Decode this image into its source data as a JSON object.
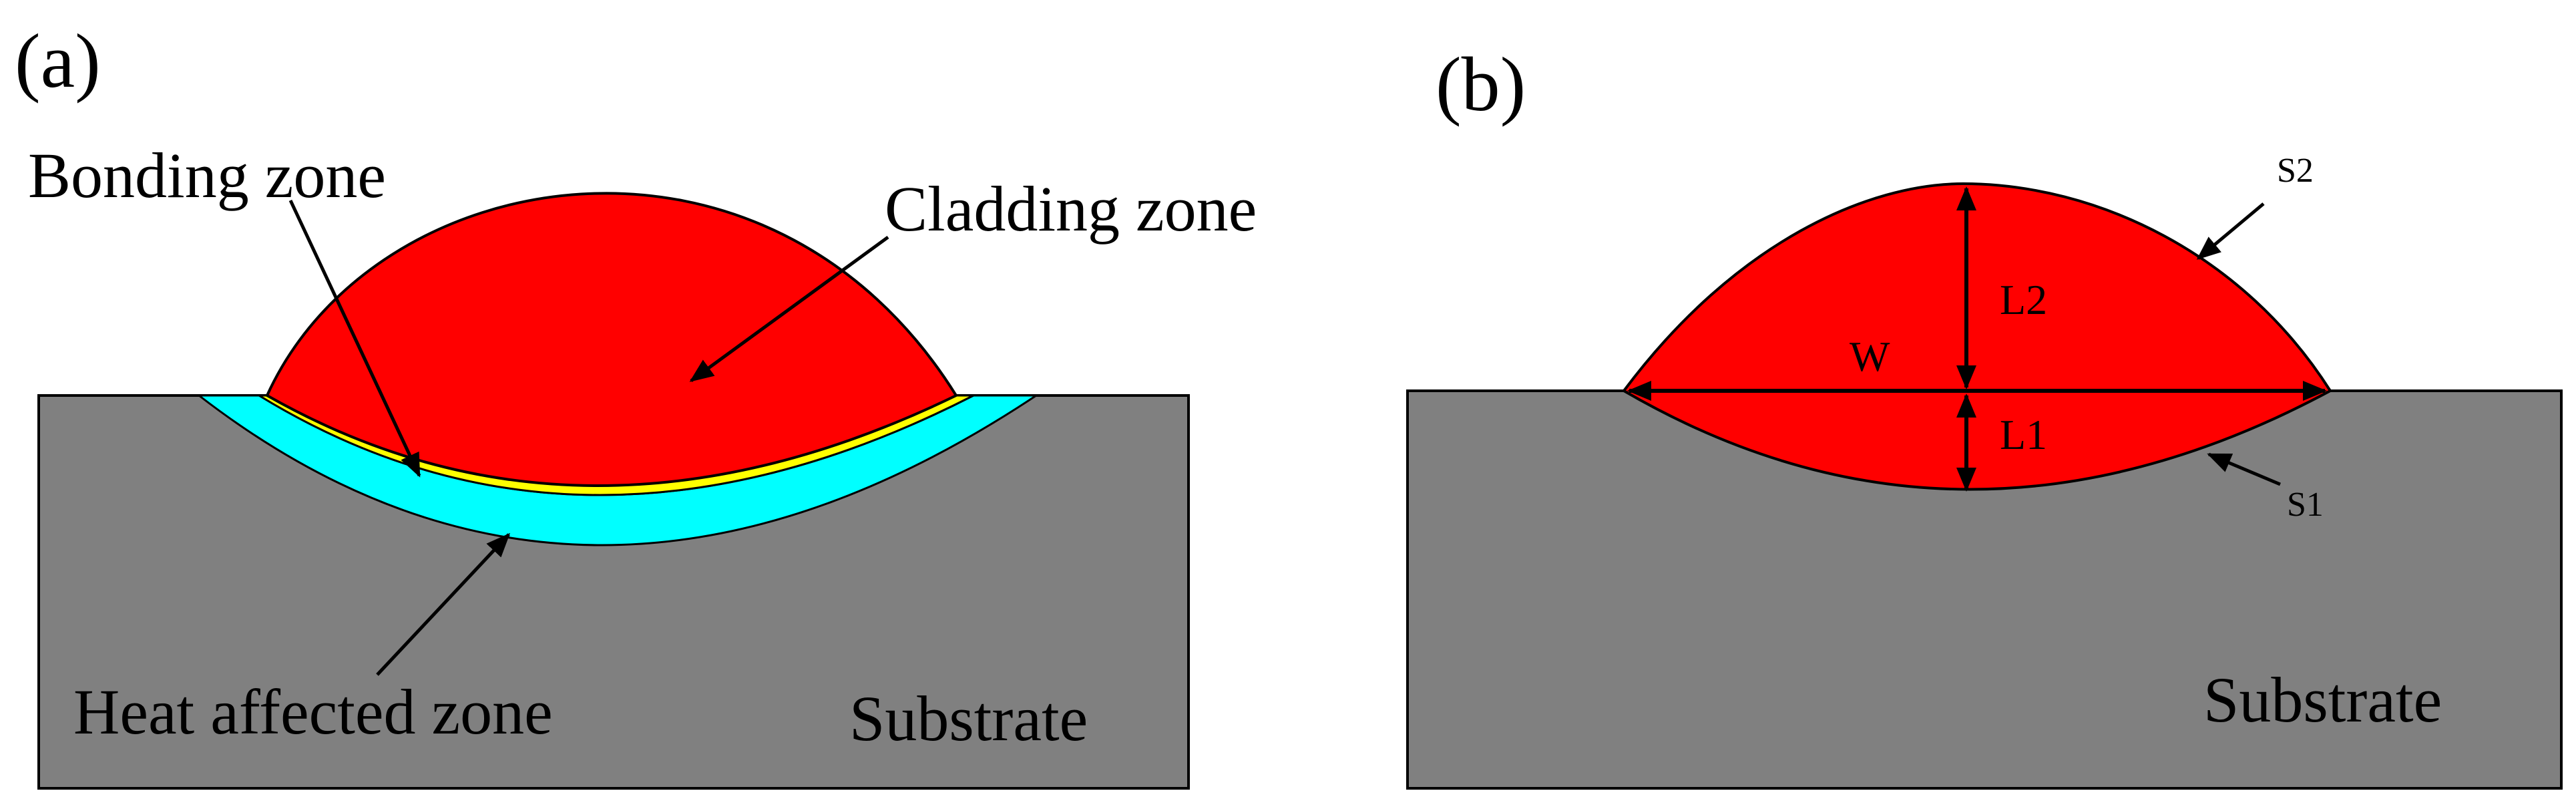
{
  "colors": {
    "substrate": "#808080",
    "cladding": "#ff0000",
    "bonding": "#ffff00",
    "heat_affected": "#00ffff",
    "outline": "#000000",
    "background": "#ffffff"
  },
  "panel_a": {
    "letter": "(a)",
    "bonding_zone": "Bonding zone",
    "cladding_zone": "Cladding zone",
    "heat_affected_zone": "Heat affected zone",
    "substrate": "Substrate"
  },
  "panel_b": {
    "letter": "(b)",
    "width_label": "W",
    "height_above_label": "L2",
    "depth_below_label": "L1",
    "upper_profile_label": "S2",
    "lower_profile_label": "S1",
    "substrate": "Substrate"
  }
}
